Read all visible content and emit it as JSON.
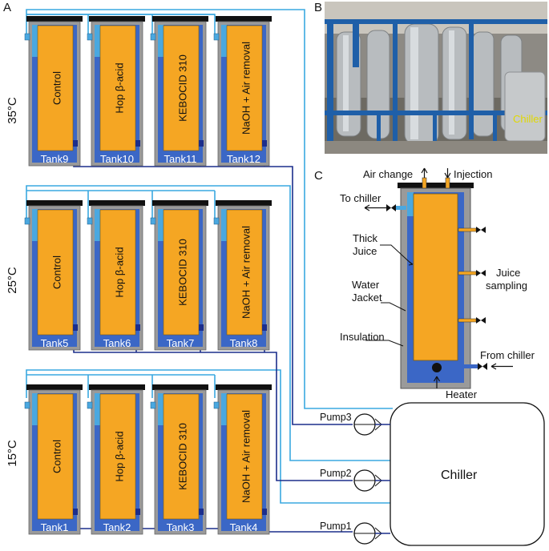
{
  "panels": {
    "a": "A",
    "b": "B",
    "c": "C"
  },
  "temperatures": [
    "35°C",
    "25°C",
    "15°C"
  ],
  "treatments": [
    "Control",
    "Hop β-acid",
    "KEBOCID 310",
    "NaOH + Air removal"
  ],
  "tank_rows": [
    [
      "Tank9",
      "Tank10",
      "Tank11",
      "Tank12"
    ],
    [
      "Tank5",
      "Tank6",
      "Tank7",
      "Tank8"
    ],
    [
      "Tank1",
      "Tank2",
      "Tank3",
      "Tank4"
    ]
  ],
  "pumps": [
    "Pump3",
    "Pump2",
    "Pump1"
  ],
  "chiller_label": "Chiller",
  "photo_label": "Chiller",
  "detail": {
    "air_change": "Air change",
    "injection": "Injection",
    "to_chiller": "To chiller",
    "thick_juice_1": "Thick",
    "thick_juice_2": "Juice",
    "water_jacket_1": "Water",
    "water_jacket_2": "Jacket",
    "juice_sampling_1": "Juice",
    "juice_sampling_2": "sampling",
    "insulation": "Insulation",
    "from_chiller": "From chiller",
    "heater": "Heater"
  },
  "colors": {
    "juice": "#f5a623",
    "jacket": "#3b67c6",
    "water_light": "#4aa8e0",
    "insulation": "#9a9a9a",
    "pipe_return": "#1c2e8c",
    "pipe_supply": "#3aa8e0",
    "lid": "#111111"
  }
}
